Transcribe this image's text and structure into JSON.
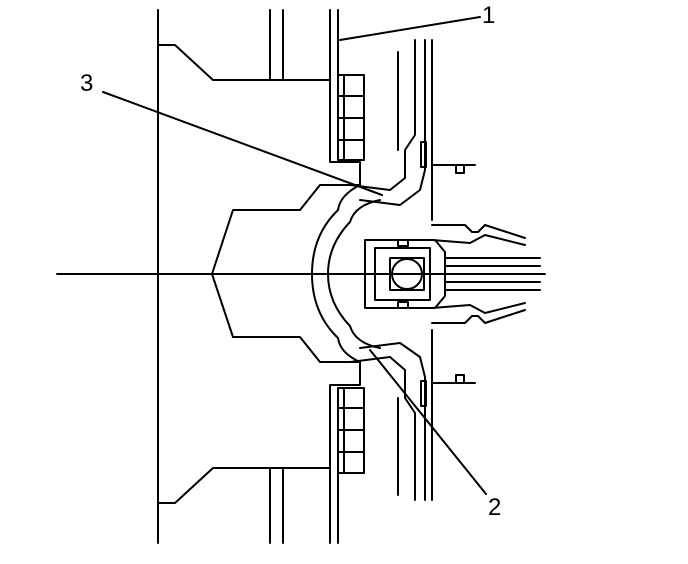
{
  "diagram": {
    "callouts": [
      {
        "id": "1",
        "text": "1"
      },
      {
        "id": "2",
        "text": "2"
      },
      {
        "id": "3",
        "text": "3"
      }
    ]
  },
  "colors": {
    "stroke": "#000000",
    "background": "#ffffff"
  }
}
